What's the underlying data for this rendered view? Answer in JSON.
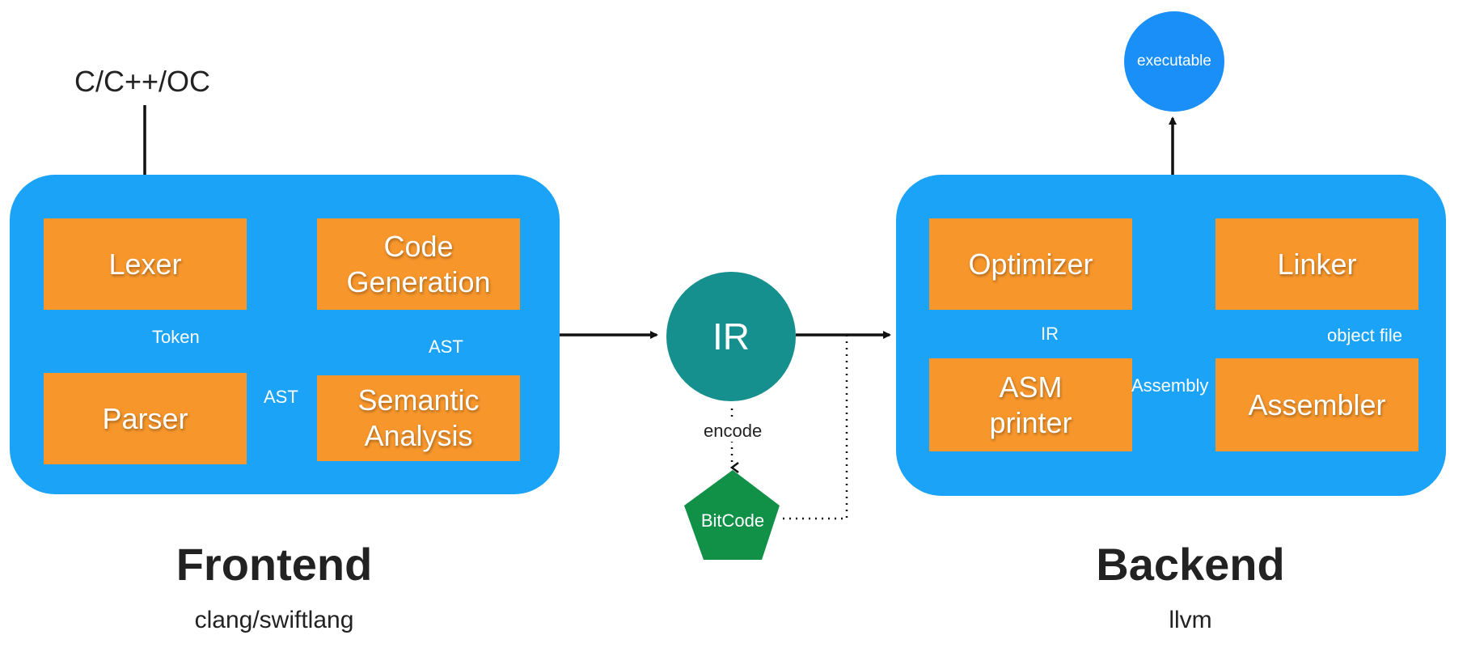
{
  "input": {
    "label": "C/C++/OC"
  },
  "frontend": {
    "title": "Frontend",
    "subtitle": "clang/swiftlang",
    "boxes": {
      "lexer": "Lexer",
      "parser": "Parser",
      "semantic": "Semantic\nAnalysis",
      "codegen": "Code\nGeneration"
    },
    "edges": {
      "token": "Token",
      "ast1": "AST",
      "ast2": "AST"
    }
  },
  "ir": {
    "label": "IR",
    "encode": "encode",
    "bitcode": "BitCode"
  },
  "backend": {
    "title": "Backend",
    "subtitle": "llvm",
    "boxes": {
      "optimizer": "Optimizer",
      "asm": "ASM\nprinter",
      "assembler": "Assembler",
      "linker": "Linker"
    },
    "edges": {
      "ir": "IR",
      "assembly": "Assembly",
      "object": "object file"
    }
  },
  "output": {
    "label": "executable"
  },
  "colors": {
    "panel": "#1aa3f7",
    "box": "#f7962b",
    "ir_circle": "#168f8f",
    "bitcode": "#119148",
    "executable": "#1a8ff7"
  }
}
